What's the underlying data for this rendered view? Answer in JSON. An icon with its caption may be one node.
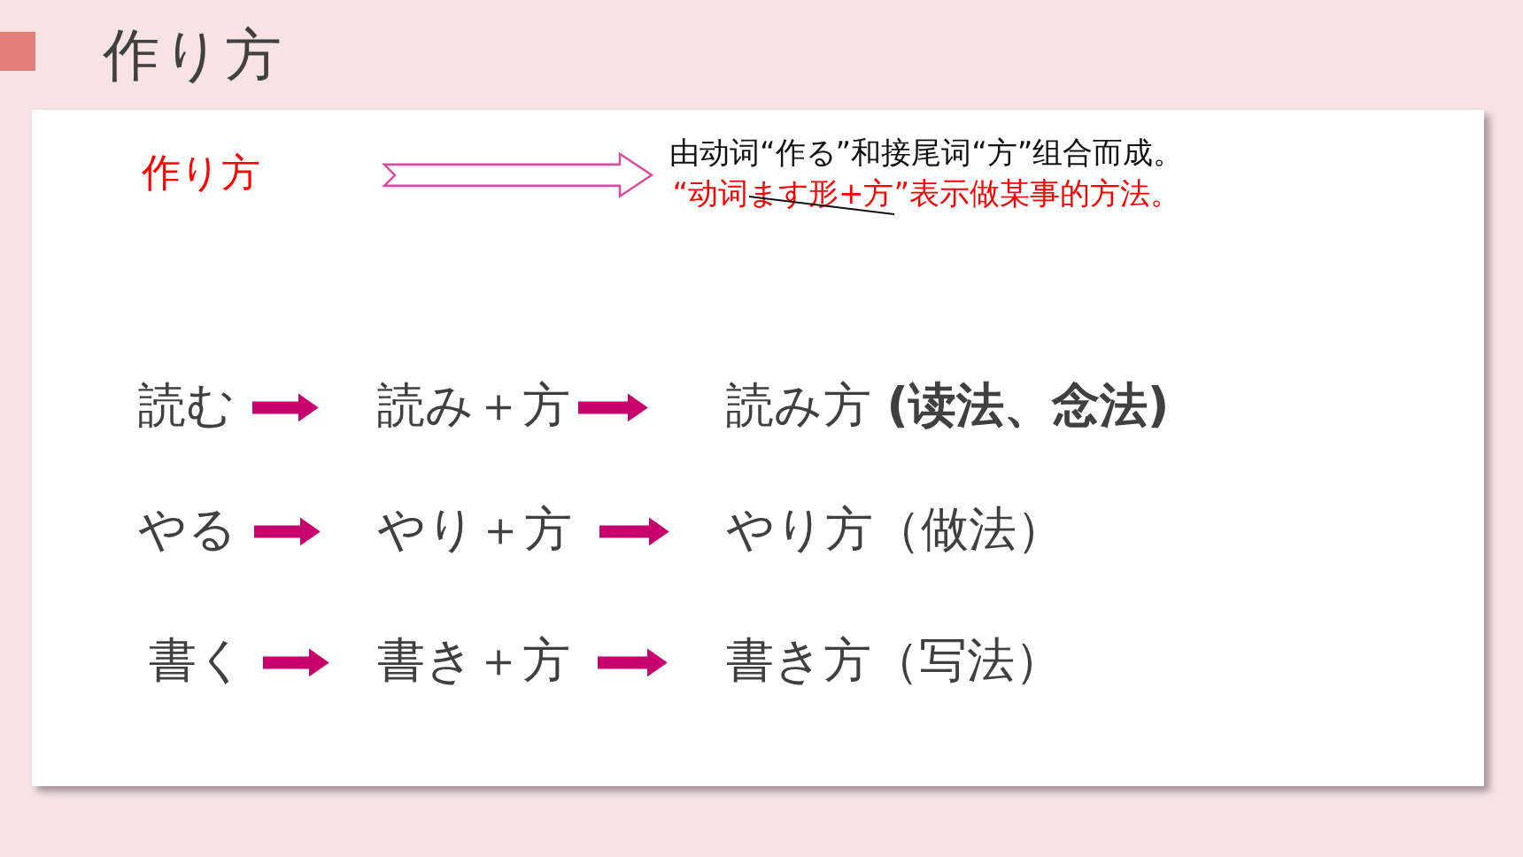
{
  "diagram": {
    "title": "作り方",
    "nodes": [
      {
        "text": [],
        "shape": "box"
      },
      {
        "text": [
          "作り方"
        ],
        "in": 0
      },
      {
        "text": [
          "由动词“作る”和接尾词“方”组合而成。",
          "“动词ます形+方”表示做某事的方法。"
        ],
        "in": 0
      },
      {
        "text": [
          "読む"
        ],
        "in": 0
      },
      {
        "text": [
          "読み＋方"
        ],
        "in": 0
      },
      {
        "text": [
          "読み方 **(读法、念法)**"
        ],
        "in": 0
      },
      {
        "text": [
          "やる"
        ],
        "in": 0
      },
      {
        "text": [
          "やり＋方"
        ],
        "in": 0
      },
      {
        "text": [
          "やり方（做法）"
        ],
        "in": 0
      },
      {
        "text": [
          "書く"
        ],
        "in": 0
      },
      {
        "text": [
          "書き＋方"
        ],
        "in": 0
      },
      {
        "text": [
          "書き方（写法）"
        ],
        "in": 0
      }
    ],
    "edges": [
      {
        "from": 1,
        "to": 2,
        "arrow": "to",
        "color": "#e0479e"
      },
      {
        "from": 3,
        "to": 4,
        "arrow": "to",
        "style": "thick"
      },
      {
        "from": 4,
        "to": 5,
        "arrow": "to",
        "style": "thick"
      },
      {
        "from": 6,
        "to": 7,
        "arrow": "to",
        "style": "thick"
      },
      {
        "from": 7,
        "to": 8,
        "arrow": "to",
        "style": "thick"
      },
      {
        "from": 9,
        "to": 10,
        "arrow": "to",
        "style": "thick"
      },
      {
        "from": 10,
        "to": 11,
        "arrow": "to",
        "style": "thick"
      }
    ]
  }
}
